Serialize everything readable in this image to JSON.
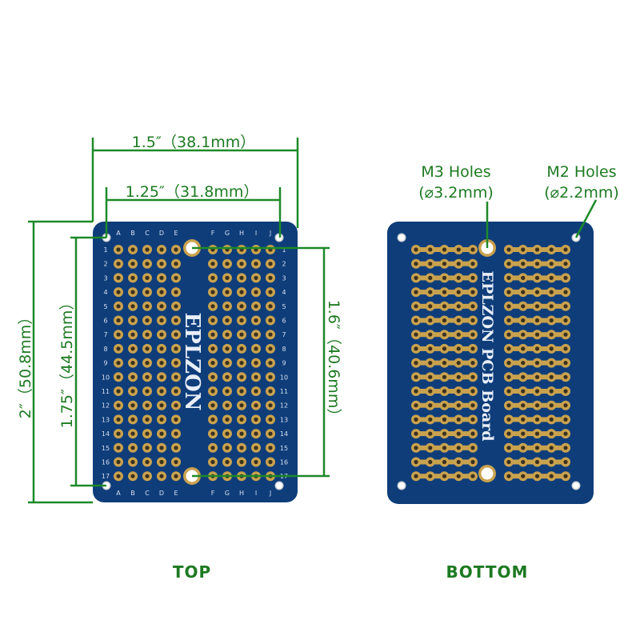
{
  "dimensions": {
    "width_outer": "1.5″（38.1mm）",
    "width_holes": "1.25″（31.8mm）",
    "height_outer": "2″（50.8mm）",
    "height_holes": "1.75″（44.5mm）",
    "height_m3": "1.6″（40.6mm）"
  },
  "callouts": {
    "m3_title": "M3 Holes",
    "m3_size": "(⌀3.2mm)",
    "m2_title": "M2 Holes",
    "m2_size": "(⌀2.2mm)"
  },
  "top_board": {
    "caption": "TOP",
    "brand": "EPLZON",
    "columns_left": [
      "A",
      "B",
      "C",
      "D",
      "E"
    ],
    "columns_right": [
      "F",
      "G",
      "H",
      "I",
      "J"
    ],
    "rows": [
      "1",
      "2",
      "3",
      "4",
      "5",
      "6",
      "7",
      "8",
      "9",
      "10",
      "11",
      "12",
      "13",
      "14",
      "15",
      "16",
      "17"
    ]
  },
  "bottom_board": {
    "caption": "BOTTOM",
    "brand": "EPLZON PCB Board"
  },
  "colors": {
    "board": "#0e3d7a",
    "pad": "#c9a24e",
    "dimension": "#1d7a22"
  }
}
